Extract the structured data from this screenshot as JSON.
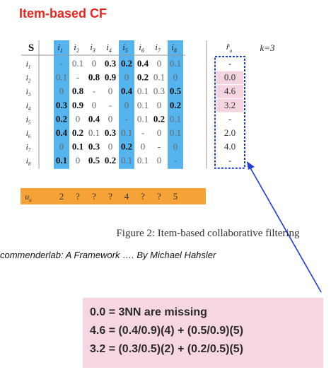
{
  "title": "Item-based CF",
  "matrix": {
    "corner": "S",
    "k_label": "k=3",
    "rhat_label": "r̂",
    "rhat_sub": "a",
    "items": [
      "i1",
      "i2",
      "i3",
      "i4",
      "i5",
      "i6",
      "i7",
      "i8"
    ],
    "rows": [
      [
        "-",
        "0.1",
        "0",
        "0.3",
        "0.2",
        "0.4",
        "0",
        "0.1"
      ],
      [
        "0.1",
        "-",
        "0.8",
        "0.9",
        "0",
        "0.2",
        "0.1",
        "0"
      ],
      [
        "0",
        "0.8",
        "-",
        "0",
        "0.4",
        "0.1",
        "0.3",
        "0.5"
      ],
      [
        "0.3",
        "0.9",
        "0",
        "-",
        "0",
        "0.1",
        "0",
        "0.2"
      ],
      [
        "0.2",
        "0",
        "0.4",
        "0",
        "-",
        "0.1",
        "0.2",
        "0.1"
      ],
      [
        "0.4",
        "0.2",
        "0.1",
        "0.3",
        "0.1",
        "-",
        "0",
        "0.1"
      ],
      [
        "0",
        "0.1",
        "0.3",
        "0",
        "0.2",
        "0",
        "-",
        "0"
      ],
      [
        "0.1",
        "0",
        "0.5",
        "0.2",
        "0.1",
        "0.1",
        "0",
        "-"
      ]
    ],
    "bold_cells": [
      [
        0,
        3
      ],
      [
        0,
        4
      ],
      [
        0,
        5
      ],
      [
        1,
        2
      ],
      [
        1,
        3
      ],
      [
        1,
        5
      ],
      [
        2,
        1
      ],
      [
        2,
        4
      ],
      [
        2,
        7
      ],
      [
        3,
        0
      ],
      [
        3,
        1
      ],
      [
        3,
        7
      ],
      [
        4,
        0
      ],
      [
        4,
        2
      ],
      [
        4,
        6
      ],
      [
        5,
        0
      ],
      [
        5,
        1
      ],
      [
        5,
        3
      ],
      [
        6,
        1
      ],
      [
        6,
        2
      ],
      [
        6,
        4
      ],
      [
        7,
        0
      ],
      [
        7,
        2
      ],
      [
        7,
        3
      ]
    ],
    "highlight_columns": [
      0,
      4,
      7
    ],
    "predictions": [
      "-",
      "0.0",
      "4.6",
      "3.2",
      "-",
      "2.0",
      "4.0",
      "-"
    ],
    "pink_predictions": [
      1,
      2,
      3
    ],
    "user_label": "u",
    "user_sub": "a",
    "user_ratings": [
      "2",
      "?",
      "?",
      "?",
      "4",
      "?",
      "?",
      "5"
    ]
  },
  "caption": "Figure 2: Item-based collaborative filtering",
  "credit": "commenderlab: A Framework …. By Michael Hahsler",
  "note_lines": [
    "0.0 = 3NN are missing",
    "4.6 = (0.4/0.9)(4) + (0.5/0.9)(5)",
    "3.2 = (0.3/0.5)(2) + (0.2/0.5)(5)"
  ],
  "colors": {
    "title": "#e8261e",
    "highlight": "#55b4ee",
    "user_band": "#f5a236",
    "pink": "#f4d4e0",
    "box": "#1f3cd6",
    "arrow": "#1f3cd6"
  }
}
